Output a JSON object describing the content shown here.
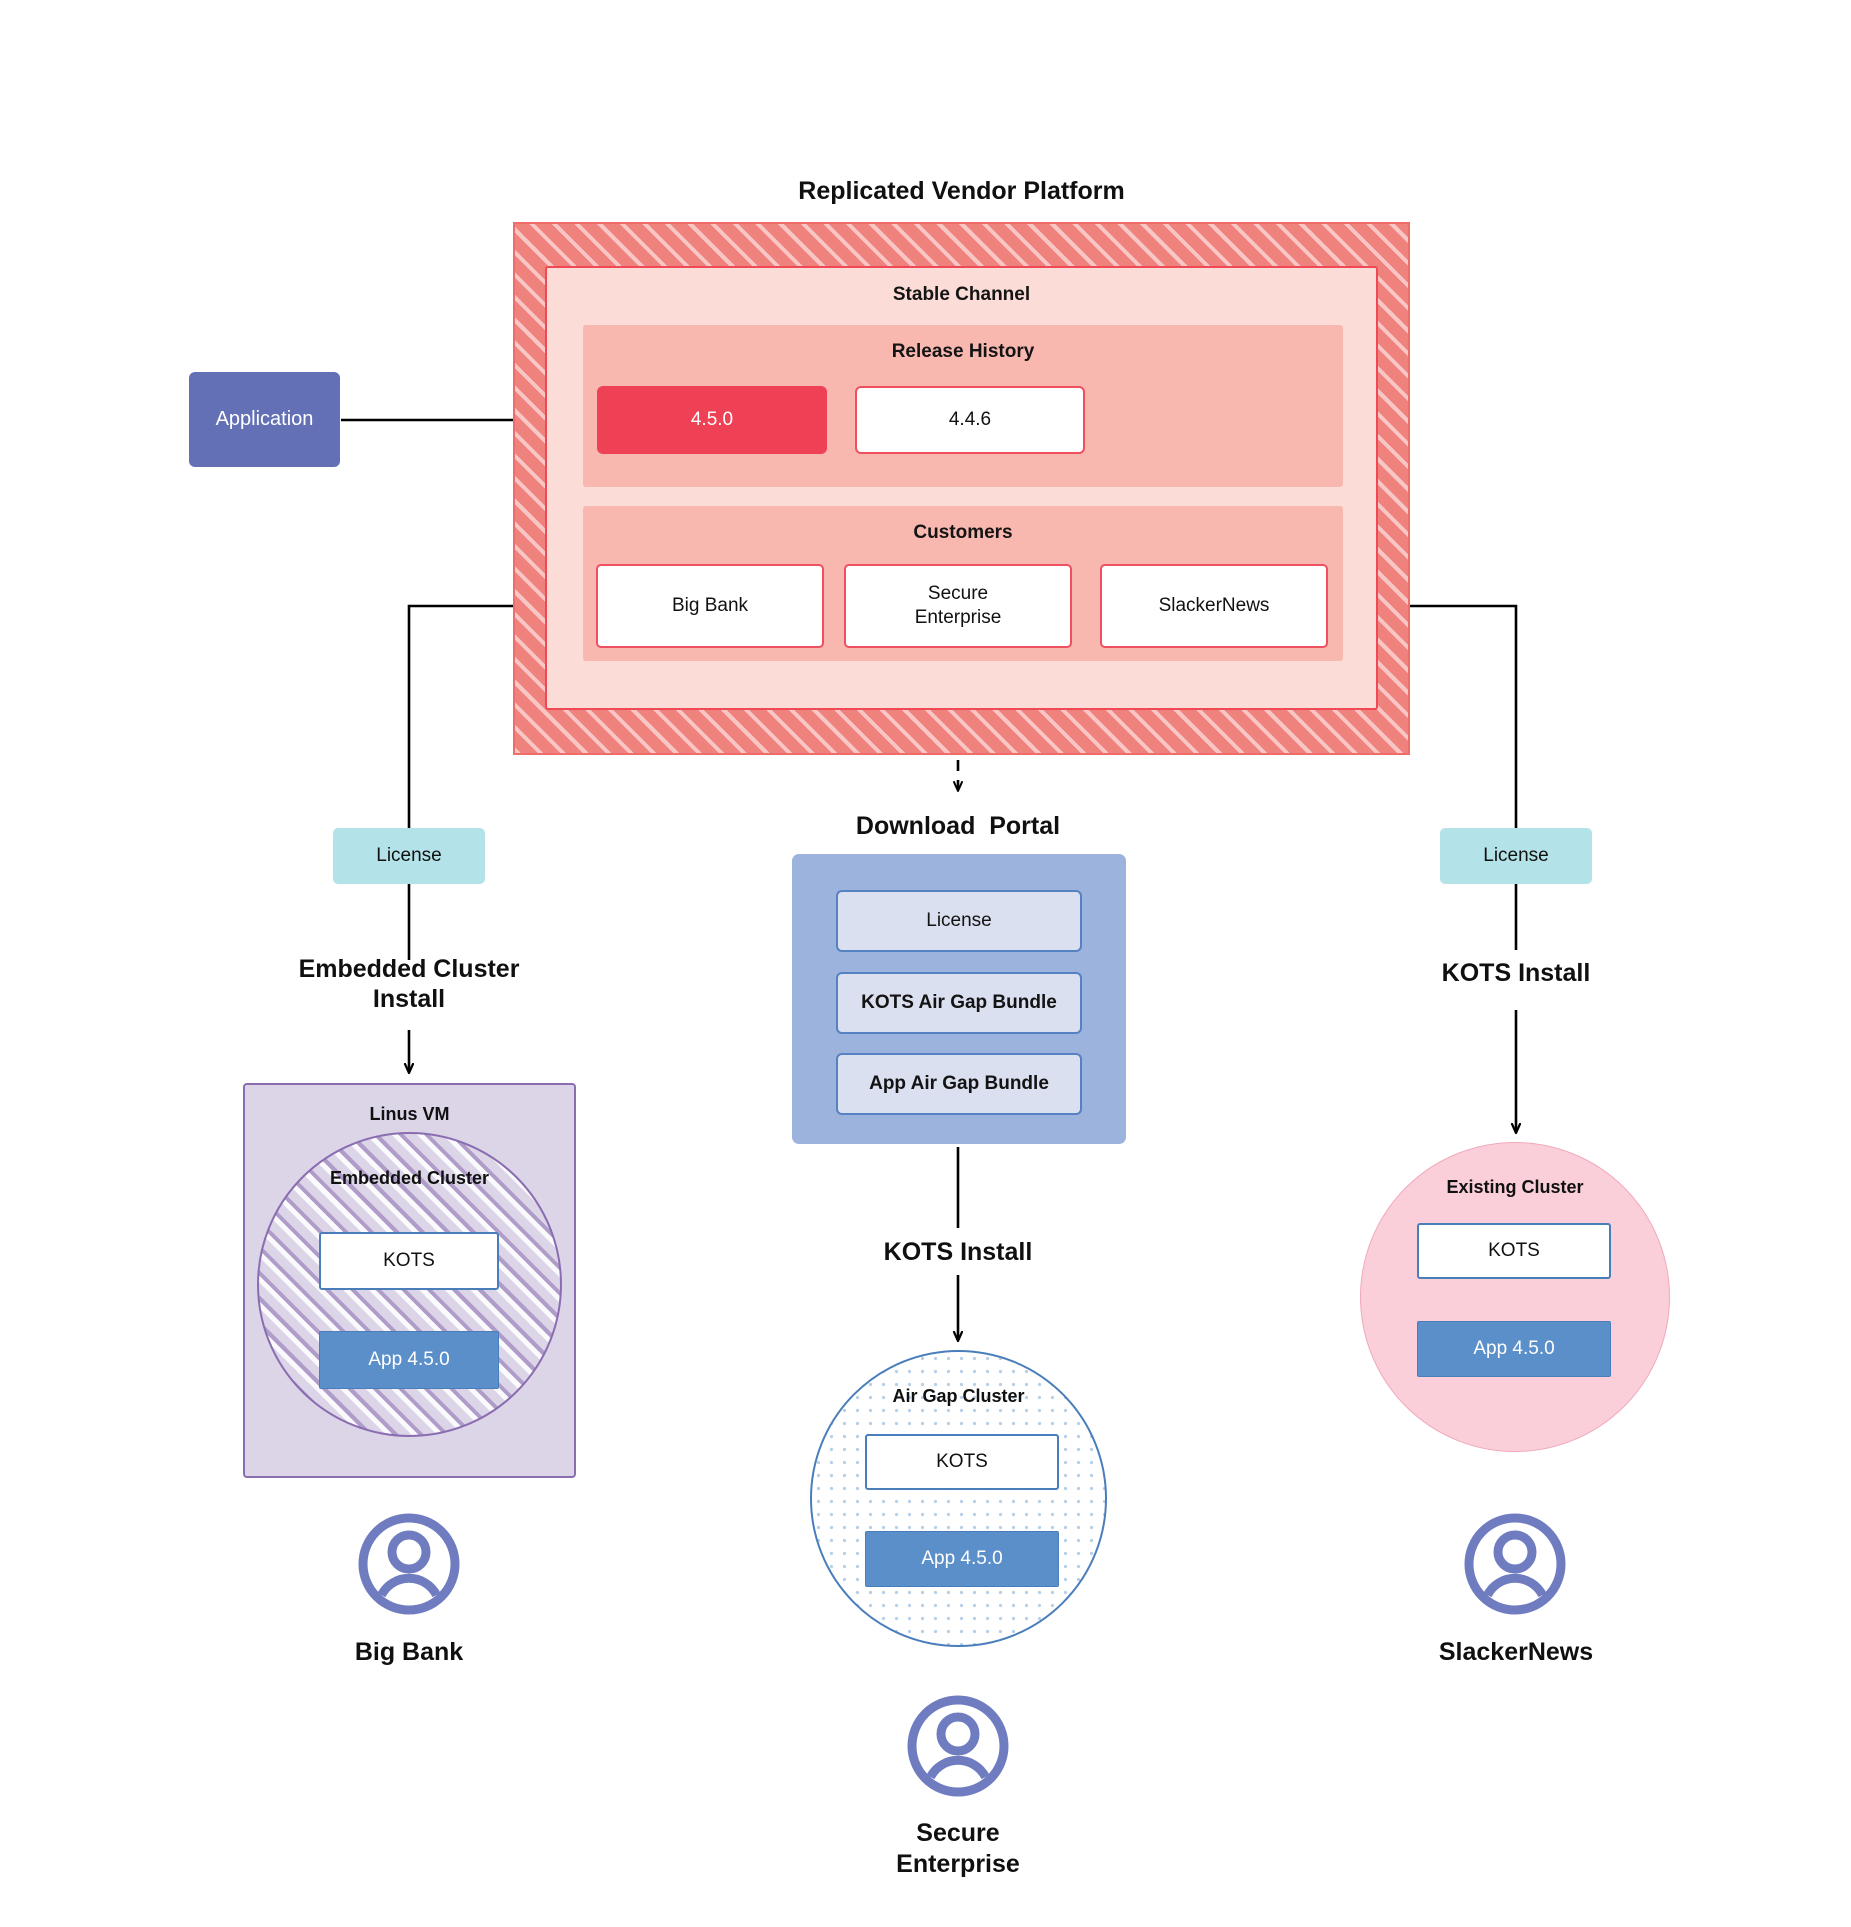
{
  "diagram": {
    "vendor_platform": {
      "title": "Replicated Vendor Platform",
      "stable_channel_label": "Stable Channel",
      "release_history": {
        "label": "Release History",
        "releases": [
          {
            "version": "4.5.0",
            "state": "current"
          },
          {
            "version": "4.4.6",
            "state": "previous"
          }
        ]
      },
      "customers": {
        "label": "Customers",
        "items": [
          {
            "name": "Big Bank"
          },
          {
            "name": "Secure\nEnterprise"
          },
          {
            "name": "SlackerNews"
          }
        ]
      }
    },
    "application": {
      "label": "Application"
    },
    "branches": {
      "left": {
        "license_label": "License",
        "install_label": "Embedded Cluster\nInstall",
        "host": {
          "label": "Linus VM",
          "cluster_label": "Embedded Cluster",
          "kots_label": "KOTS",
          "app_label": "App 4.5.0"
        },
        "customer_name": "Big Bank"
      },
      "middle": {
        "portal_title": "Download  Portal",
        "portal_items": [
          "License",
          "KOTS Air Gap Bundle",
          "App Air Gap Bundle"
        ],
        "install_label": "KOTS Install",
        "host": {
          "cluster_label": "Air Gap Cluster",
          "kots_label": "KOTS",
          "app_label": "App 4.5.0"
        },
        "customer_name": "Secure\nEnterprise"
      },
      "right": {
        "license_label": "License",
        "install_label": "KOTS Install",
        "host": {
          "cluster_label": "Existing Cluster",
          "kots_label": "KOTS",
          "app_label": "App 4.5.0"
        },
        "customer_name": "SlackerNews"
      }
    },
    "icons": {
      "avatar": "user-avatar-icon"
    },
    "colors": {
      "platform_hatch": "#f0827e",
      "stable_channel": "#fbdcd7",
      "panel": "#f8b7af",
      "current_release": "#ee4155",
      "application": "#6370b5",
      "license": "#b3e2e8",
      "portal": "#9bb3dd",
      "portal_item": "#dae0f0",
      "app_box": "#5b8fc9",
      "kots_border": "#4a7ebb",
      "linux_vm": "#dcd5e8",
      "linux_vm_border": "#8a6db0",
      "existing_cluster": "#fbcfd9",
      "avatar": "#6f7cc0",
      "line": "#000000"
    }
  }
}
